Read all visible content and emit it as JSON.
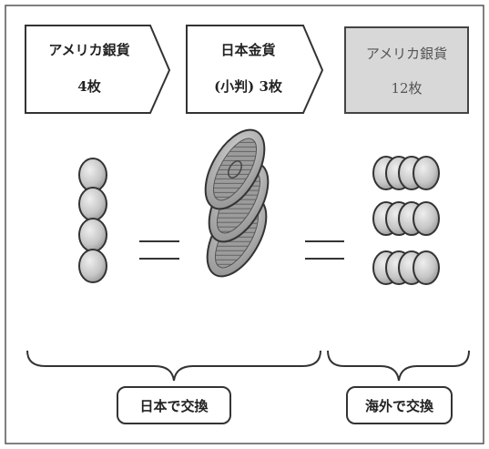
{
  "boxes": [
    {
      "line1": "アメリカ銀貨",
      "line2": "4枚"
    },
    {
      "line1": "日本金貨",
      "line2": "(小判) 3枚"
    },
    {
      "line1": "アメリカ銀貨",
      "line2": "12枚"
    }
  ],
  "equals": [
    "=",
    "="
  ],
  "groups": [
    {
      "label": "日本で交換"
    },
    {
      "label": "海外で交換"
    }
  ]
}
